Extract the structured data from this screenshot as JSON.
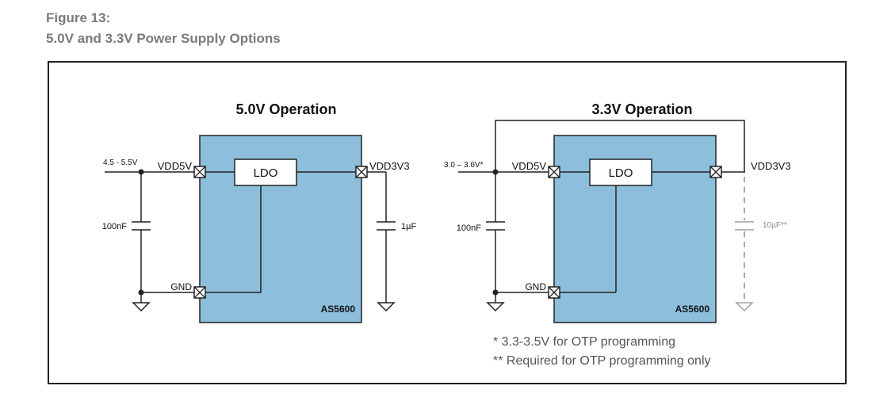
{
  "figure": {
    "number": "Figure 13:",
    "title": "5.0V and 3.3V Power Supply Options"
  },
  "left": {
    "heading": "5.0V Operation",
    "input_range": "4.5 - 5.5V",
    "pin_vdd5v": "VDD5V",
    "pin_vdd3v3": "VDD3V3",
    "pin_gnd": "GND",
    "ldo": "LDO",
    "chip": "AS5600",
    "cap_in": "100nF",
    "cap_out": "1µF"
  },
  "right": {
    "heading": "3.3V Operation",
    "input_range": "3.0 – 3.6V*",
    "pin_vdd5v": "VDD5V",
    "pin_vdd3v3": "VDD3V3",
    "pin_gnd": "GND",
    "ldo": "LDO",
    "chip": "AS5600",
    "cap_in": "100nF",
    "cap_out": "10µF**"
  },
  "notes": {
    "note1": "* 3.3-3.5V for OTP programming",
    "note2": "** Required for OTP programming only"
  },
  "colors": {
    "chip_fill": "#8dbfdd",
    "line": "#222222",
    "optional": "#a0a0a0"
  }
}
